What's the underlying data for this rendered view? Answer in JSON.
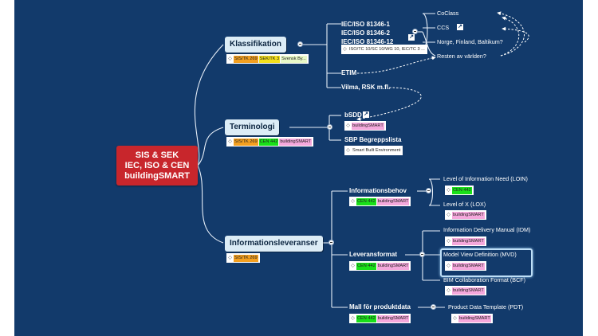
{
  "root": {
    "lines": [
      "SIS & SEK",
      "IEC, ISO & CEN",
      "buildingSMART"
    ]
  },
  "branches": {
    "klassifikation": {
      "label": "Klassifikation",
      "tags": [
        "SIS/TK 269",
        "SEK/TK 3",
        "Svensk By..."
      ],
      "standards": [
        "IEC/ISO 81346-1",
        "IEC/ISO 81346-2",
        "IEC/ISO 81346-12"
      ],
      "standards_tag": "ISO/TC 10/SC 10/WG 10, IEC/TC 3 ...",
      "regions": [
        "CoClass",
        "CCS",
        "Norge, Finland, Baltikum?",
        "Resten av världen?"
      ],
      "etim": "ETIM",
      "vilma": "Vilma, RSK m.fl."
    },
    "terminologi": {
      "label": "Terminologi",
      "tags": [
        "SIS/TK 269",
        "CEN 442",
        "buildingSMART"
      ],
      "bsdd": {
        "label": "bSDD",
        "tag": "buildingSMART"
      },
      "sbp": {
        "label": "SBP Begreppslista",
        "tag": "Smart Built Environment"
      }
    },
    "informationsleveranser": {
      "label": "Informationsleveranser",
      "tags": [
        "SIS/TK 269"
      ],
      "behov": {
        "label": "Informationsbehov",
        "tags": [
          "CEN 442",
          "buildingSMART"
        ],
        "items": [
          {
            "label": "Level of Information Need (LOIN)",
            "tags": [
              "CEN 442"
            ]
          },
          {
            "label": "Level of X (LOX)",
            "tags": [
              "buildingSMART"
            ]
          }
        ]
      },
      "format": {
        "label": "Leveransformat",
        "tags": [
          "CEN 442",
          "buildingSMART"
        ],
        "items": [
          {
            "label": "Information Delivery Manual (IDM)",
            "tags": [
              "buildingSMART"
            ]
          },
          {
            "label": "Model View Definition (MVD)",
            "tags": [
              "buildingSMART"
            ]
          },
          {
            "label": "BIM Collaboration Format (BCF)",
            "tags": [
              "buildingSMART"
            ]
          }
        ]
      },
      "mall": {
        "label": "Mall för produktdata",
        "tags": [
          "CEN 442",
          "buildingSMART"
        ],
        "item": {
          "label": "Product Data Template (PDT)",
          "tags": [
            "buildingSMART"
          ]
        }
      }
    }
  },
  "colors": {
    "background": "#123a6b",
    "root": "#c8262c",
    "main_topic": "#dcecf6",
    "tag_sis": "#f4a020",
    "tag_sek": "#f5e11c",
    "tag_cen": "#19e019",
    "tag_buildingsmart": "#f5a8dc"
  }
}
